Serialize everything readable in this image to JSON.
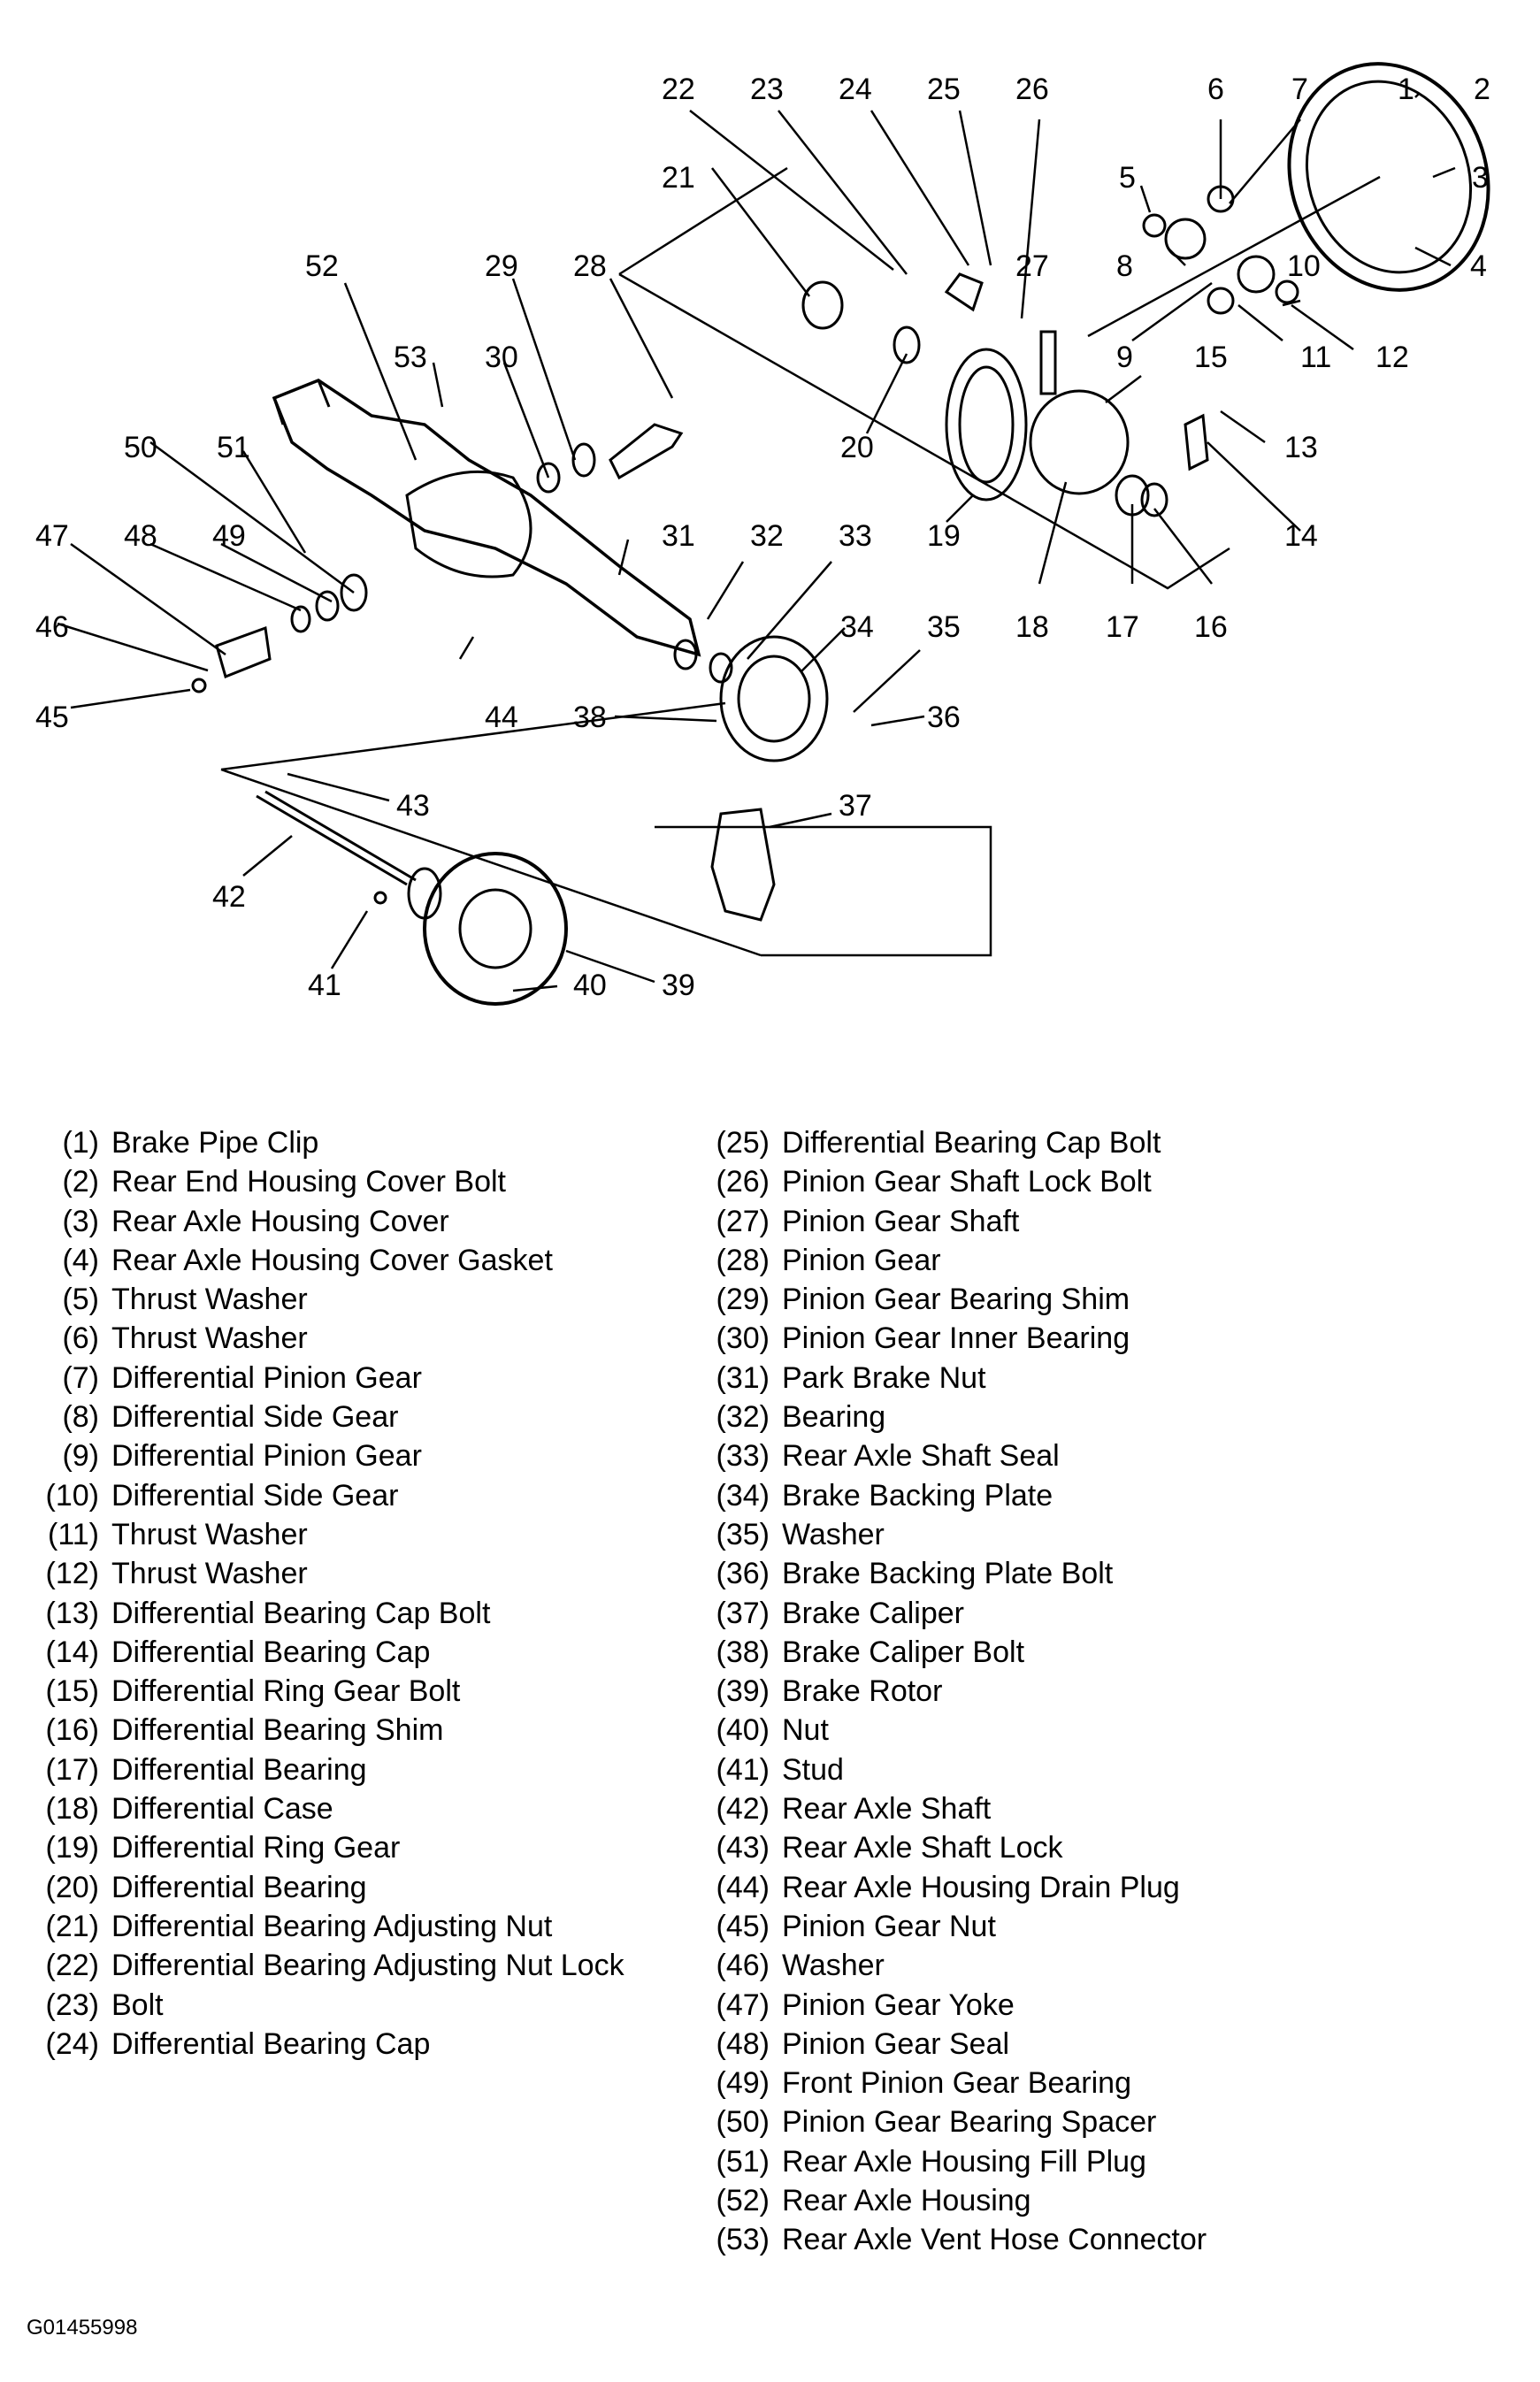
{
  "figure_id": "G01455998",
  "callouts": [
    "1",
    "2",
    "3",
    "4",
    "5",
    "6",
    "7",
    "8",
    "9",
    "10",
    "11",
    "12",
    "13",
    "14",
    "15",
    "16",
    "17",
    "18",
    "19",
    "20",
    "21",
    "22",
    "23",
    "24",
    "25",
    "26",
    "27",
    "28",
    "29",
    "30",
    "31",
    "32",
    "33",
    "34",
    "35",
    "36",
    "37",
    "38",
    "39",
    "40",
    "41",
    "42",
    "43",
    "44",
    "45",
    "46",
    "47",
    "48",
    "49",
    "50",
    "51",
    "52",
    "53"
  ],
  "legend": {
    "left": [
      {
        "num": "(1)",
        "label": "Brake Pipe Clip"
      },
      {
        "num": "(2)",
        "label": "Rear End Housing Cover Bolt"
      },
      {
        "num": "(3)",
        "label": "Rear Axle Housing Cover"
      },
      {
        "num": "(4)",
        "label": "Rear Axle Housing Cover Gasket"
      },
      {
        "num": "(5)",
        "label": "Thrust Washer"
      },
      {
        "num": "(6)",
        "label": "Thrust Washer"
      },
      {
        "num": "(7)",
        "label": "Differential Pinion Gear"
      },
      {
        "num": "(8)",
        "label": "Differential Side Gear"
      },
      {
        "num": "(9)",
        "label": "Differential Pinion Gear"
      },
      {
        "num": "(10)",
        "label": "Differential Side Gear"
      },
      {
        "num": "(11)",
        "label": "Thrust Washer"
      },
      {
        "num": "(12)",
        "label": "Thrust Washer"
      },
      {
        "num": "(13)",
        "label": "Differential Bearing Cap Bolt"
      },
      {
        "num": "(14)",
        "label": "Differential Bearing Cap"
      },
      {
        "num": "(15)",
        "label": "Differential Ring Gear Bolt"
      },
      {
        "num": "(16)",
        "label": "Differential Bearing Shim"
      },
      {
        "num": "(17)",
        "label": "Differential Bearing"
      },
      {
        "num": "(18)",
        "label": "Differential Case"
      },
      {
        "num": "(19)",
        "label": "Differential Ring Gear"
      },
      {
        "num": "(20)",
        "label": "Differential Bearing"
      },
      {
        "num": "(21)",
        "label": "Differential Bearing Adjusting Nut"
      },
      {
        "num": "(22)",
        "label": "Differential Bearing Adjusting Nut Lock"
      },
      {
        "num": "(23)",
        "label": "Bolt"
      },
      {
        "num": "(24)",
        "label": "Differential Bearing Cap"
      }
    ],
    "right": [
      {
        "num": "(25)",
        "label": "Differential Bearing Cap Bolt"
      },
      {
        "num": "(26)",
        "label": "Pinion Gear Shaft Lock Bolt"
      },
      {
        "num": "(27)",
        "label": "Pinion Gear Shaft"
      },
      {
        "num": "(28)",
        "label": "Pinion Gear"
      },
      {
        "num": "(29)",
        "label": "Pinion Gear Bearing Shim"
      },
      {
        "num": "(30)",
        "label": "Pinion Gear Inner Bearing"
      },
      {
        "num": "(31)",
        "label": "Park Brake Nut"
      },
      {
        "num": "(32)",
        "label": "Bearing"
      },
      {
        "num": "(33)",
        "label": "Rear Axle Shaft Seal"
      },
      {
        "num": "(34)",
        "label": "Brake Backing Plate"
      },
      {
        "num": "(35)",
        "label": "Washer"
      },
      {
        "num": "(36)",
        "label": "Brake Backing Plate Bolt"
      },
      {
        "num": "(37)",
        "label": "Brake Caliper"
      },
      {
        "num": "(38)",
        "label": "Brake Caliper Bolt"
      },
      {
        "num": "(39)",
        "label": "Brake Rotor"
      },
      {
        "num": "(40)",
        "label": "Nut"
      },
      {
        "num": "(41)",
        "label": "Stud"
      },
      {
        "num": "(42)",
        "label": "Rear Axle Shaft"
      },
      {
        "num": "(43)",
        "label": "Rear Axle Shaft Lock"
      },
      {
        "num": "(44)",
        "label": "Rear Axle Housing Drain Plug"
      },
      {
        "num": "(45)",
        "label": "Pinion Gear Nut"
      },
      {
        "num": "(46)",
        "label": "Washer"
      },
      {
        "num": "(47)",
        "label": "Pinion Gear Yoke"
      },
      {
        "num": "(48)",
        "label": "Pinion Gear Seal"
      },
      {
        "num": "(49)",
        "label": "Front Pinion Gear Bearing"
      },
      {
        "num": "(50)",
        "label": "Pinion Gear Bearing Spacer"
      },
      {
        "num": "(51)",
        "label": "Rear Axle Housing Fill Plug"
      },
      {
        "num": "(52)",
        "label": "Rear Axle Housing"
      },
      {
        "num": "(53)",
        "label": "Rear Axle Vent Hose Connector"
      }
    ]
  }
}
